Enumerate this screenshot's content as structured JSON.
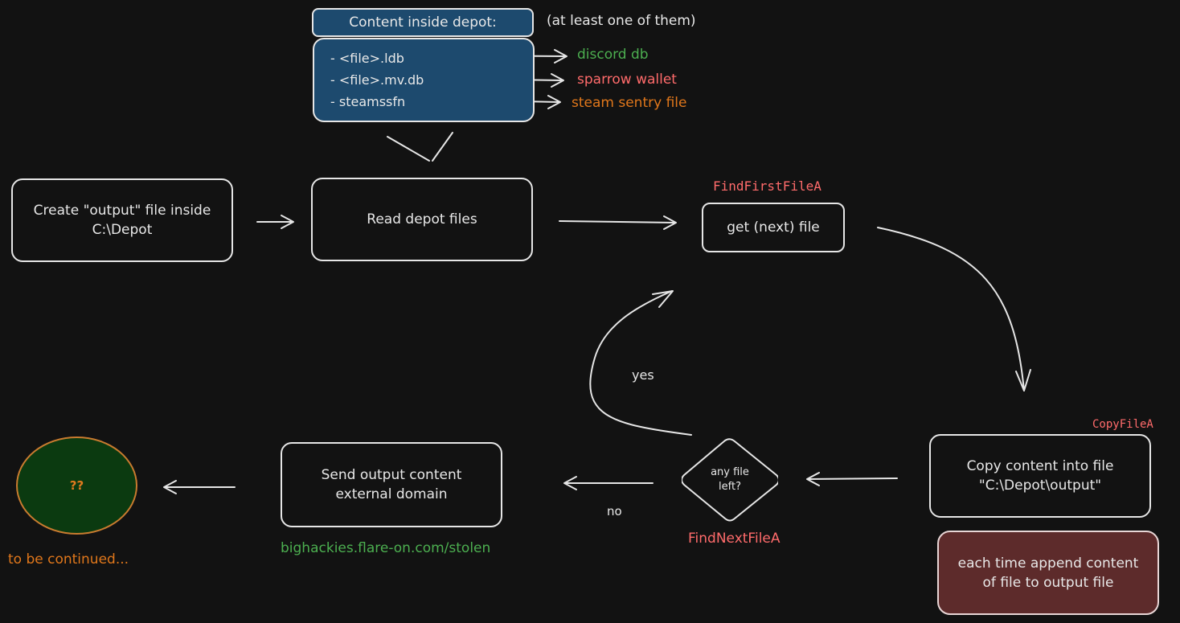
{
  "colors": {
    "background": "#121212",
    "depot_box": "#1d4a6e",
    "note_box": "#5d2b2b",
    "circle_fill": "#0b3a10",
    "green": "#4caf50",
    "red": "#ff6b6b",
    "orange": "#e0771b"
  },
  "depot": {
    "header": "Content inside depot:",
    "note": "(at least one of them)",
    "items": [
      {
        "name": "- <file>.ldb",
        "target": "discord db",
        "target_color": "green"
      },
      {
        "name": "- <file>.mv.db",
        "target": "sparrow wallet",
        "target_color": "red"
      },
      {
        "name": "- steamssfn",
        "target": "steam sentry file",
        "target_color": "orange"
      }
    ]
  },
  "nodes": {
    "create": [
      "Create \"output\" file inside",
      "C:\\Depot"
    ],
    "read": [
      "Read depot files"
    ],
    "get": [
      "get (next) file"
    ],
    "copy": [
      "Copy content into file",
      "\"C:\\Depot\\output\""
    ],
    "note": [
      "each time append content",
      "of file to output file"
    ],
    "decision": [
      "any file",
      "left?"
    ],
    "send": [
      "Send output content",
      "external domain"
    ],
    "end": "??"
  },
  "labels": {
    "find_first": "FindFirstFileA",
    "copy_file": "CopyFileA",
    "find_next": "FindNextFileA",
    "yes": "yes",
    "no": "no",
    "domain": "bighackies.flare-on.com/stolen",
    "continued": "to be continued..."
  }
}
